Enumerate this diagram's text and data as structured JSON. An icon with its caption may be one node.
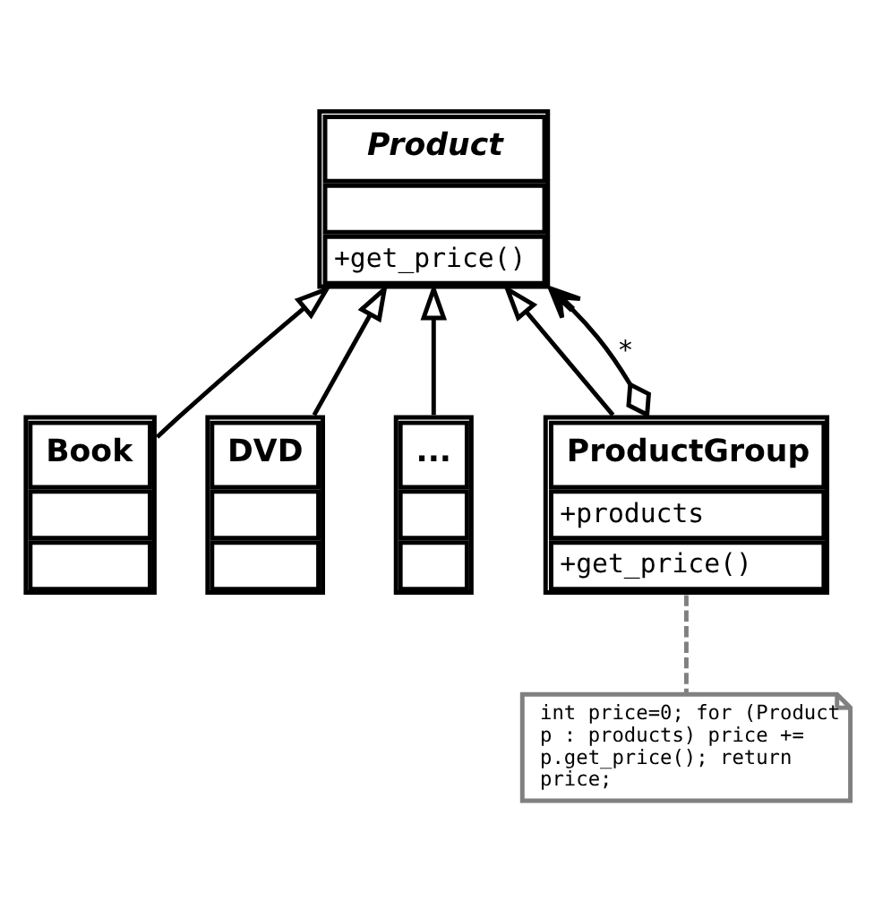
{
  "diagram": {
    "nodes": [
      {
        "text": [
          "Product",
          "+get_price()"
        ]
      },
      {
        "text": [
          "Book"
        ]
      },
      {
        "text": [
          "DVD"
        ]
      },
      {
        "text": [
          "..."
        ]
      },
      {
        "text": [
          "ProductGroup",
          "+products",
          "+get_price()"
        ]
      },
      {
        "text": [
          "int price=0; for (Product p : products) price += p.get_price(); return price;"
        ]
      }
    ],
    "edges": [
      {
        "from": 1,
        "to": 0,
        "arrow": "to"
      },
      {
        "from": 2,
        "to": 0,
        "arrow": "to"
      },
      {
        "from": 3,
        "to": 0,
        "arrow": "to"
      },
      {
        "from": 4,
        "to": 0,
        "arrow": "to"
      },
      {
        "from": 4,
        "to": 0,
        "arrow": "to",
        "label": "*"
      },
      {
        "from": 4,
        "to": 5,
        "arrow": "none",
        "style": "dashed",
        "color": "#808080"
      }
    ]
  }
}
